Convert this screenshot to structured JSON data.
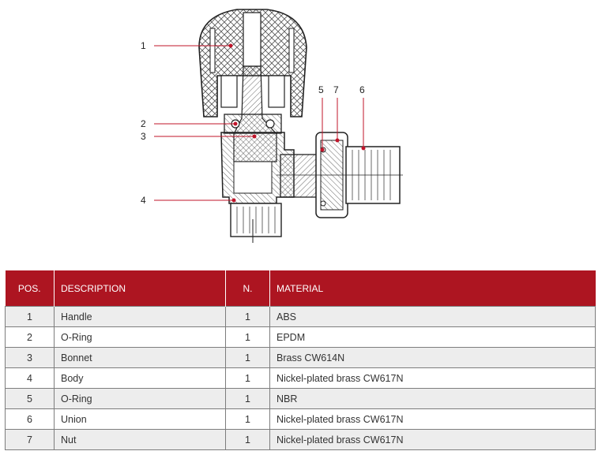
{
  "diagram": {
    "labels": [
      "1",
      "2",
      "3",
      "4",
      "5",
      "7",
      "6"
    ]
  },
  "table": {
    "headers": {
      "pos": "POS.",
      "description": "DESCRIPTION",
      "n": "N.",
      "material": "MATERIAL"
    },
    "rows": [
      {
        "pos": "1",
        "description": "Handle",
        "n": "1",
        "material": "ABS"
      },
      {
        "pos": "2",
        "description": "O-Ring",
        "n": "1",
        "material": "EPDM"
      },
      {
        "pos": "3",
        "description": "Bonnet",
        "n": "1",
        "material": "Brass CW614N"
      },
      {
        "pos": "4",
        "description": "Body",
        "n": "1",
        "material": "Nickel-plated brass CW617N"
      },
      {
        "pos": "5",
        "description": "O-Ring",
        "n": "1",
        "material": "NBR"
      },
      {
        "pos": "6",
        "description": "Union",
        "n": "1",
        "material": "Nickel-plated brass CW617N"
      },
      {
        "pos": "7",
        "description": "Nut",
        "n": "1",
        "material": "Nickel-plated brass CW617N"
      }
    ]
  },
  "colors": {
    "header_bg": "#ad1521",
    "leader": "#c0152a",
    "shade": "#ededed"
  }
}
